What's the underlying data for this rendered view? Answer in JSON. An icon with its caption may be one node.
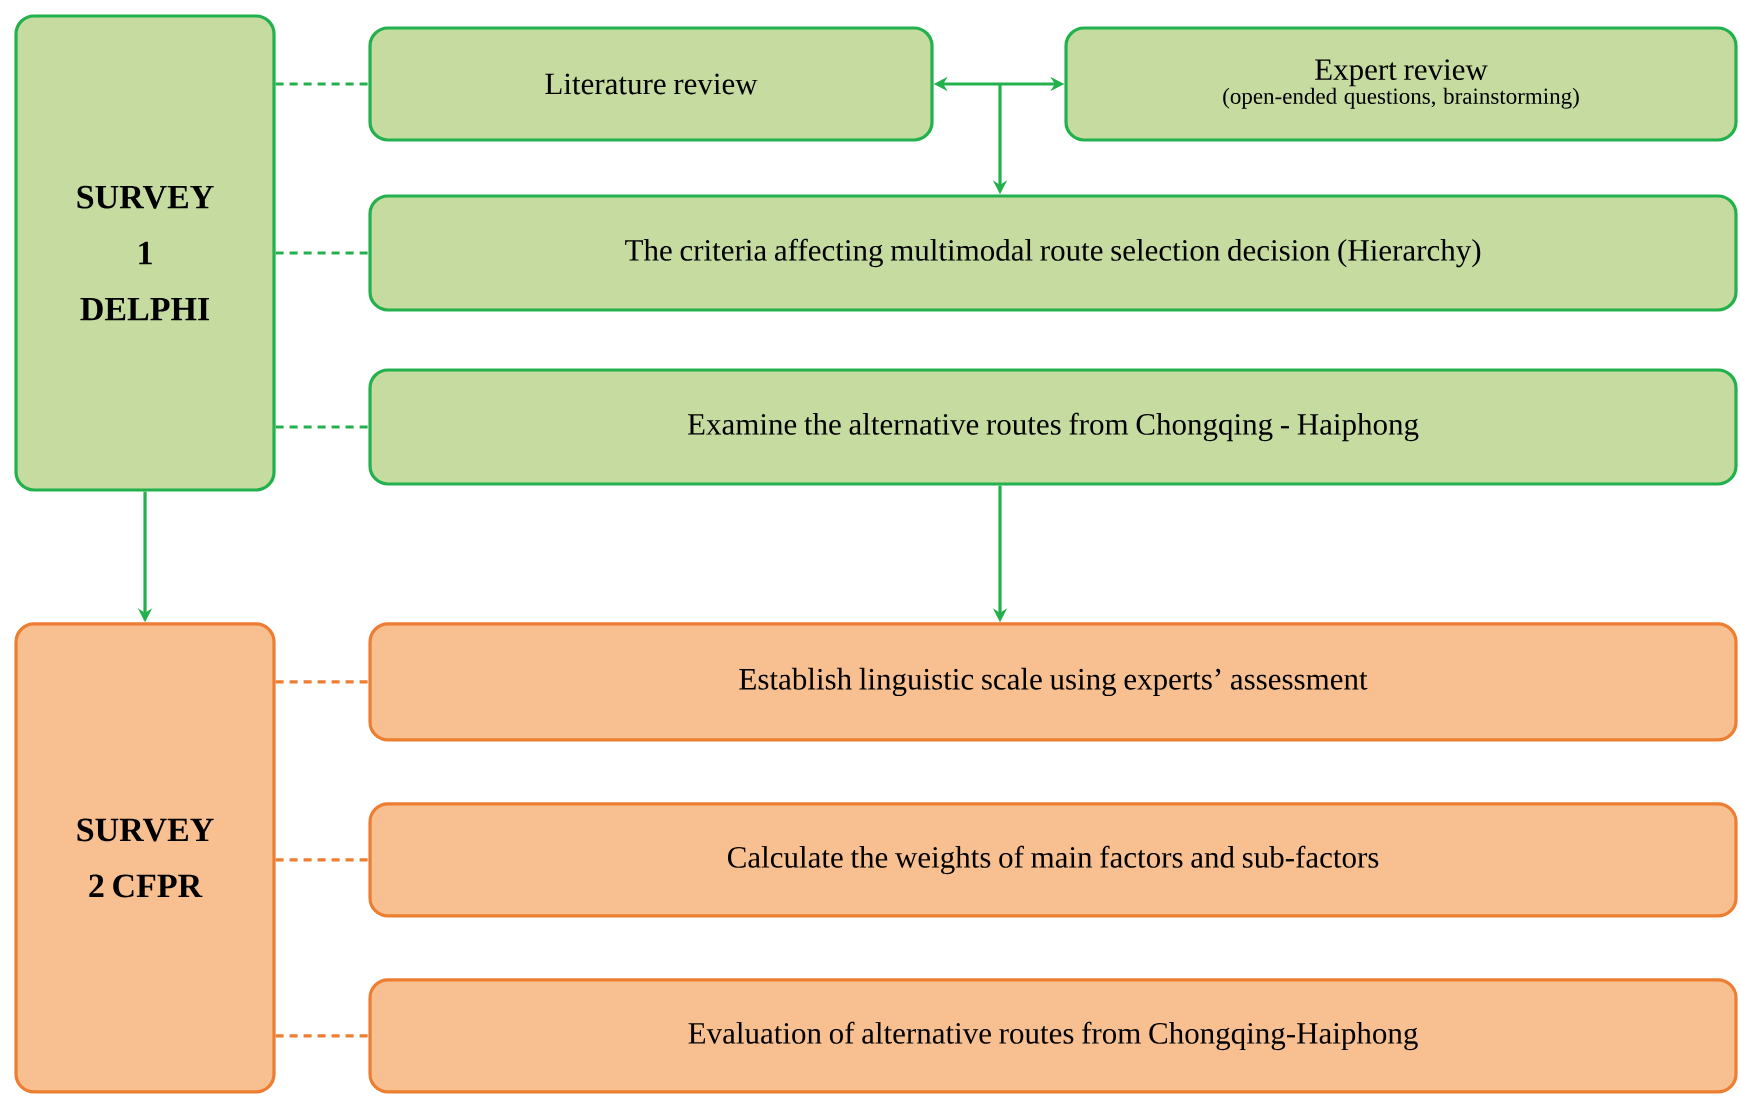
{
  "diagram": {
    "nodes": [
      {
        "text": [
          "SURVEY 1 DELPHI"
        ]
      },
      {
        "text": [
          "Literature review"
        ]
      },
      {
        "text": [
          "Expert review",
          "(open-ended questions, brainstorming)"
        ]
      },
      {
        "text": [
          "The criteria affecting multimodal route selection decision (Hierarchy)"
        ]
      },
      {
        "text": [
          "Examine the alternative routes from Chongqing - Haiphong"
        ]
      },
      {
        "text": [
          "SURVEY 2 CFPR"
        ]
      },
      {
        "text": [
          "Establish linguistic scale using experts’ assessment"
        ]
      },
      {
        "text": [
          "Calculate the weights of main factors and sub-factors"
        ]
      },
      {
        "text": [
          "Evaluation of alternative routes from Chongqing-Haiphong"
        ]
      }
    ],
    "edges": [
      {
        "from": 1,
        "to": 2,
        "arrow": "both"
      },
      {
        "from": null,
        "to": 3,
        "arrow": "to"
      },
      {
        "from": 0,
        "to": 1,
        "arrow": "none",
        "style": "dashed"
      },
      {
        "from": 0,
        "to": 3,
        "arrow": "none",
        "style": "dashed"
      },
      {
        "from": 0,
        "to": 4,
        "arrow": "none",
        "style": "dashed"
      },
      {
        "from": 0,
        "to": 5,
        "arrow": "to"
      },
      {
        "from": 4,
        "to": 6,
        "arrow": "to"
      },
      {
        "from": 5,
        "to": 6,
        "arrow": "none",
        "style": "dashed",
        "color": "#ed7d31"
      },
      {
        "from": 5,
        "to": 7,
        "arrow": "none",
        "style": "dashed",
        "color": "#ed7d31"
      },
      {
        "from": 5,
        "to": 8,
        "arrow": "none",
        "style": "dashed",
        "color": "#ed7d31"
      }
    ]
  }
}
